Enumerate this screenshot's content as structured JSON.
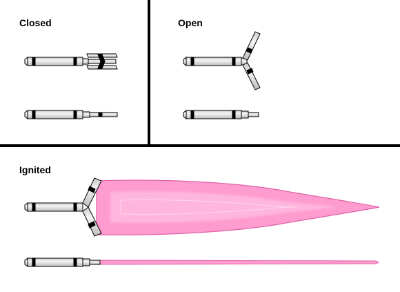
{
  "panels": {
    "closed": {
      "label": "Closed"
    },
    "open": {
      "label": "Open"
    },
    "ignited": {
      "label": "Ignited"
    }
  },
  "colors": {
    "divider": "#000000",
    "body_fill": "#e6e6e6",
    "body_stroke": "#000000",
    "band": "#000000",
    "blade_pink": "#ff99cc",
    "blade_edge": "#e060a8",
    "blade_core": "#ffd0e8",
    "background": "#ffffff"
  }
}
